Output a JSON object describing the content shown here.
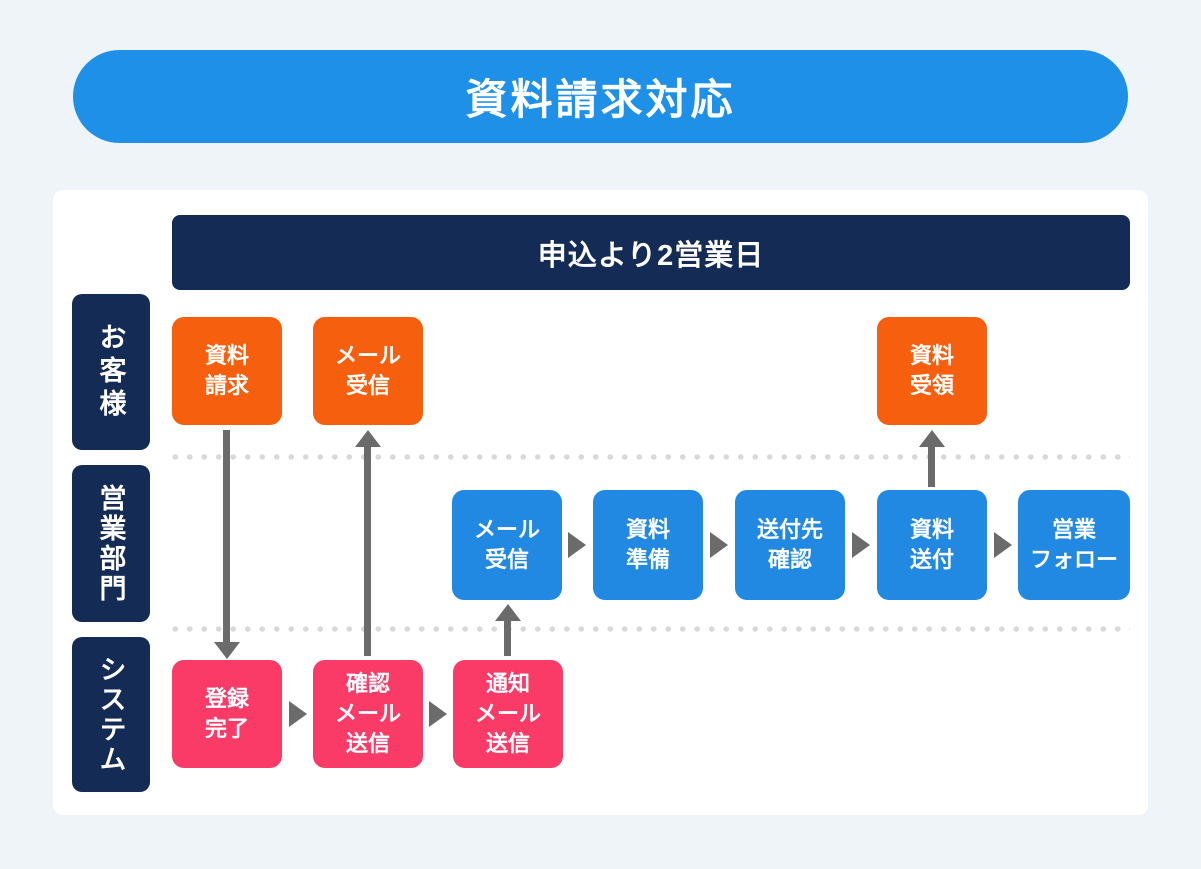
{
  "title": "資料請求対応",
  "timeline_label": "申込より2営業日",
  "lanes": [
    {
      "label": "お客様"
    },
    {
      "label": "営業部門"
    },
    {
      "label": "システム"
    }
  ],
  "steps": {
    "customer": [
      {
        "label": "資料\n請求"
      },
      {
        "label": "メール\n受信"
      },
      {
        "label": "資料\n受領"
      }
    ],
    "sales": [
      {
        "label": "メール\n受信"
      },
      {
        "label": "資料\n準備"
      },
      {
        "label": "送付先\n確認"
      },
      {
        "label": "資料\n送付"
      },
      {
        "label": "営業\nフォロー"
      }
    ],
    "system": [
      {
        "label": "登録\n完了"
      },
      {
        "label": "確認\nメール\n送信"
      },
      {
        "label": "通知\nメール\n送信"
      }
    ]
  },
  "colors": {
    "page_bg": "#eef4f8",
    "card_bg": "#ffffff",
    "title_blue": "#1e90e8",
    "navy": "#142c55",
    "orange": "#f55f0d",
    "process_blue": "#2189e2",
    "pink": "#fa3b68",
    "arrow_gray": "#6b6b6b",
    "dot_gray": "#d9d9d9",
    "text_white": "#ffffff"
  }
}
